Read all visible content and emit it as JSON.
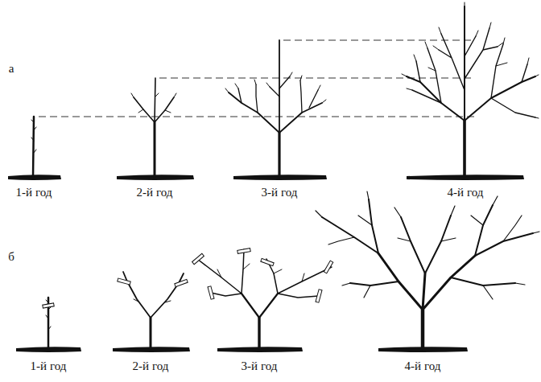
{
  "diagram": {
    "labels": [
      "а",
      "б",
      "1-й год",
      "2-й год",
      "3-й год",
      "4-й год",
      "1-й год",
      "2-й год",
      "3-й год",
      "4-й год"
    ]
  }
}
